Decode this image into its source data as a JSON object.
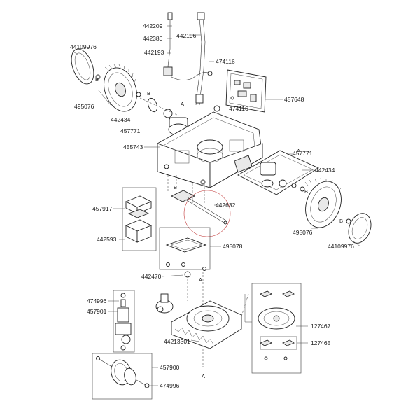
{
  "parts": {
    "p442209": "442209",
    "p442380": "442380",
    "p442196": "442196",
    "p442193": "442193",
    "p474116a": "474116",
    "p474116b": "474116",
    "p457648": "457648",
    "p44109976a": "44109976",
    "p44109976b": "44109976",
    "p495076a": "495076",
    "p495076b": "495076",
    "p442434a": "442434",
    "p442434b": "442434",
    "p457771a": "457771",
    "p457771b": "457771",
    "p455743": "455743",
    "p442632": "442632",
    "p457917": "457917",
    "p442593": "442593",
    "p495078": "495078",
    "p442470": "442470",
    "p474996a": "474996",
    "p474996b": "474996",
    "p457901": "457901",
    "p44213301": "44213301",
    "p127467": "127467",
    "p127465": "127465",
    "p457900": "457900"
  },
  "markers": {
    "a": "A",
    "b": "B"
  }
}
